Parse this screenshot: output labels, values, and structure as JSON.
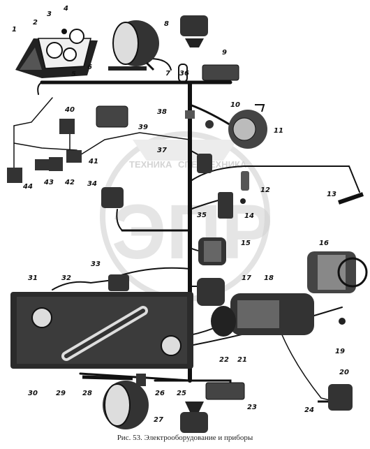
{
  "figure": {
    "caption": "Рис. 53. Электрооборудование и приборы",
    "watermark": {
      "line1": "ТЕХНИКА",
      "line2": "СПЕЦТЕХНИКА",
      "big": "ЭПР"
    },
    "callouts": [
      "1",
      "2",
      "3",
      "4",
      "5",
      "6",
      "7",
      "8",
      "9",
      "10",
      "11",
      "12",
      "13",
      "14",
      "15",
      "16",
      "17",
      "18",
      "19",
      "20",
      "21",
      "22",
      "23",
      "24",
      "25",
      "26",
      "27",
      "28",
      "29",
      "30",
      "31",
      "32",
      "33",
      "34",
      "35",
      "36",
      "37",
      "38",
      "39",
      "40",
      "41",
      "42",
      "43",
      "44"
    ]
  }
}
